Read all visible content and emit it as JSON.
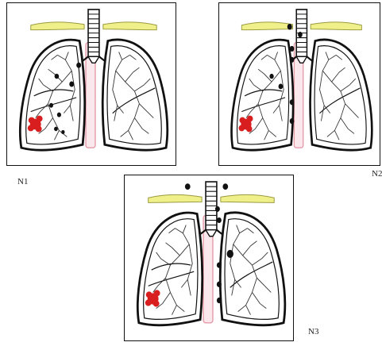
{
  "panels": [
    {
      "id": "n1",
      "label": "N1"
    },
    {
      "id": "n2",
      "label": "N2"
    },
    {
      "id": "n3",
      "label": "N3"
    }
  ],
  "colors": {
    "outline": "#111111",
    "clavicle": "#f0f08a",
    "esophagus": "#e8a0ae",
    "tumor": "#d81e1e",
    "lymph_node": "#111111"
  }
}
